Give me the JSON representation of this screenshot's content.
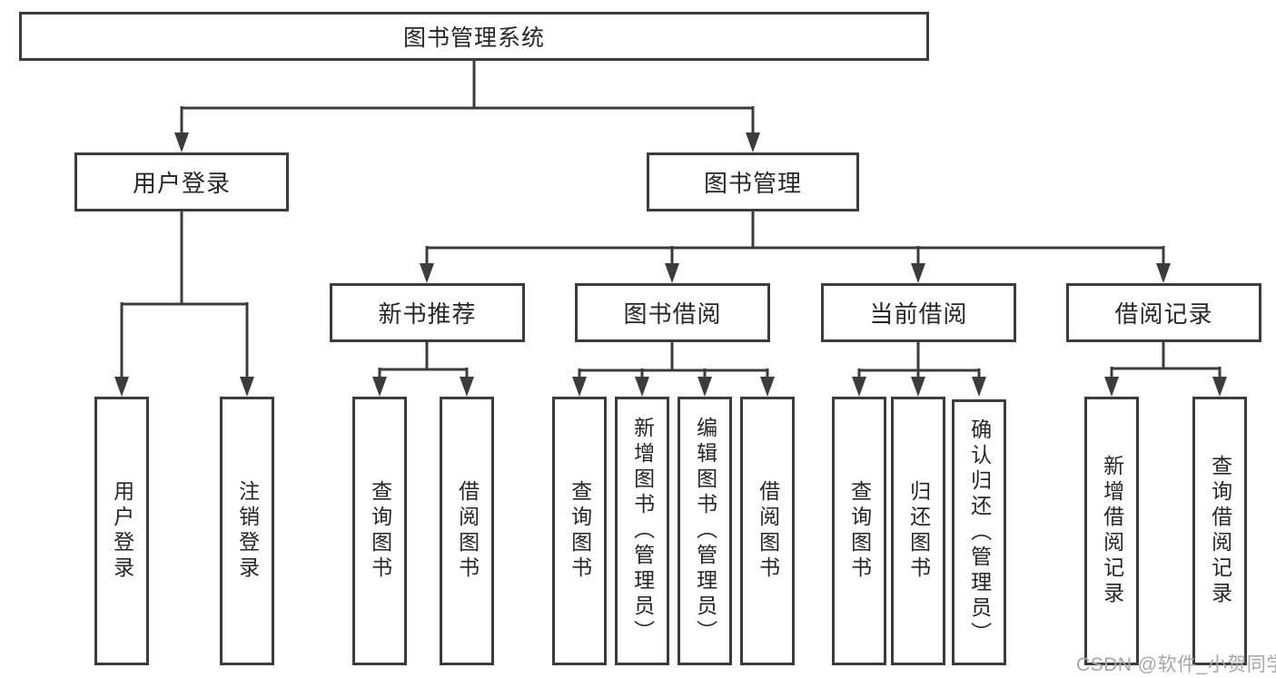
{
  "diagram": {
    "root": {
      "label": "图书管理系统"
    },
    "level2": [
      {
        "id": "user-login",
        "label": "用户登录"
      },
      {
        "id": "book-management",
        "label": "图书管理"
      }
    ],
    "level3": [
      {
        "id": "new-book-recommend",
        "label": "新书推荐",
        "parent": "图书管理"
      },
      {
        "id": "book-borrowing",
        "label": "图书借阅",
        "parent": "图书管理"
      },
      {
        "id": "current-borrowing",
        "label": "当前借阅",
        "parent": "图书管理"
      },
      {
        "id": "borrowing-records",
        "label": "借阅记录",
        "parent": "图书管理"
      }
    ],
    "leaves": [
      {
        "label": "用户登录",
        "parent": "用户登录"
      },
      {
        "label": "注销登录",
        "parent": "用户登录"
      },
      {
        "label": "查询图书",
        "parent": "新书推荐"
      },
      {
        "label": "借阅图书",
        "parent": "新书推荐"
      },
      {
        "label": "查询图书",
        "parent": "图书借阅"
      },
      {
        "label": "新增图书（管理员）",
        "parent": "图书借阅"
      },
      {
        "label": "编辑图书（管理员）",
        "parent": "图书借阅"
      },
      {
        "label": "借阅图书",
        "parent": "图书借阅"
      },
      {
        "label": "查询图书",
        "parent": "当前借阅"
      },
      {
        "label": "归还图书",
        "parent": "当前借阅"
      },
      {
        "label": "确认归还（管理员）",
        "parent": "当前借阅"
      },
      {
        "label": "新增借阅记录",
        "parent": "借阅记录"
      },
      {
        "label": "查询借阅记录",
        "parent": "借阅记录"
      }
    ],
    "colors": {
      "line": "#3c3c3c",
      "text": "#262626",
      "background": "#ffffff",
      "watermark_text": "#a7a7a7"
    }
  },
  "watermark": {
    "text": "CSDN @软件_小贺同学"
  }
}
